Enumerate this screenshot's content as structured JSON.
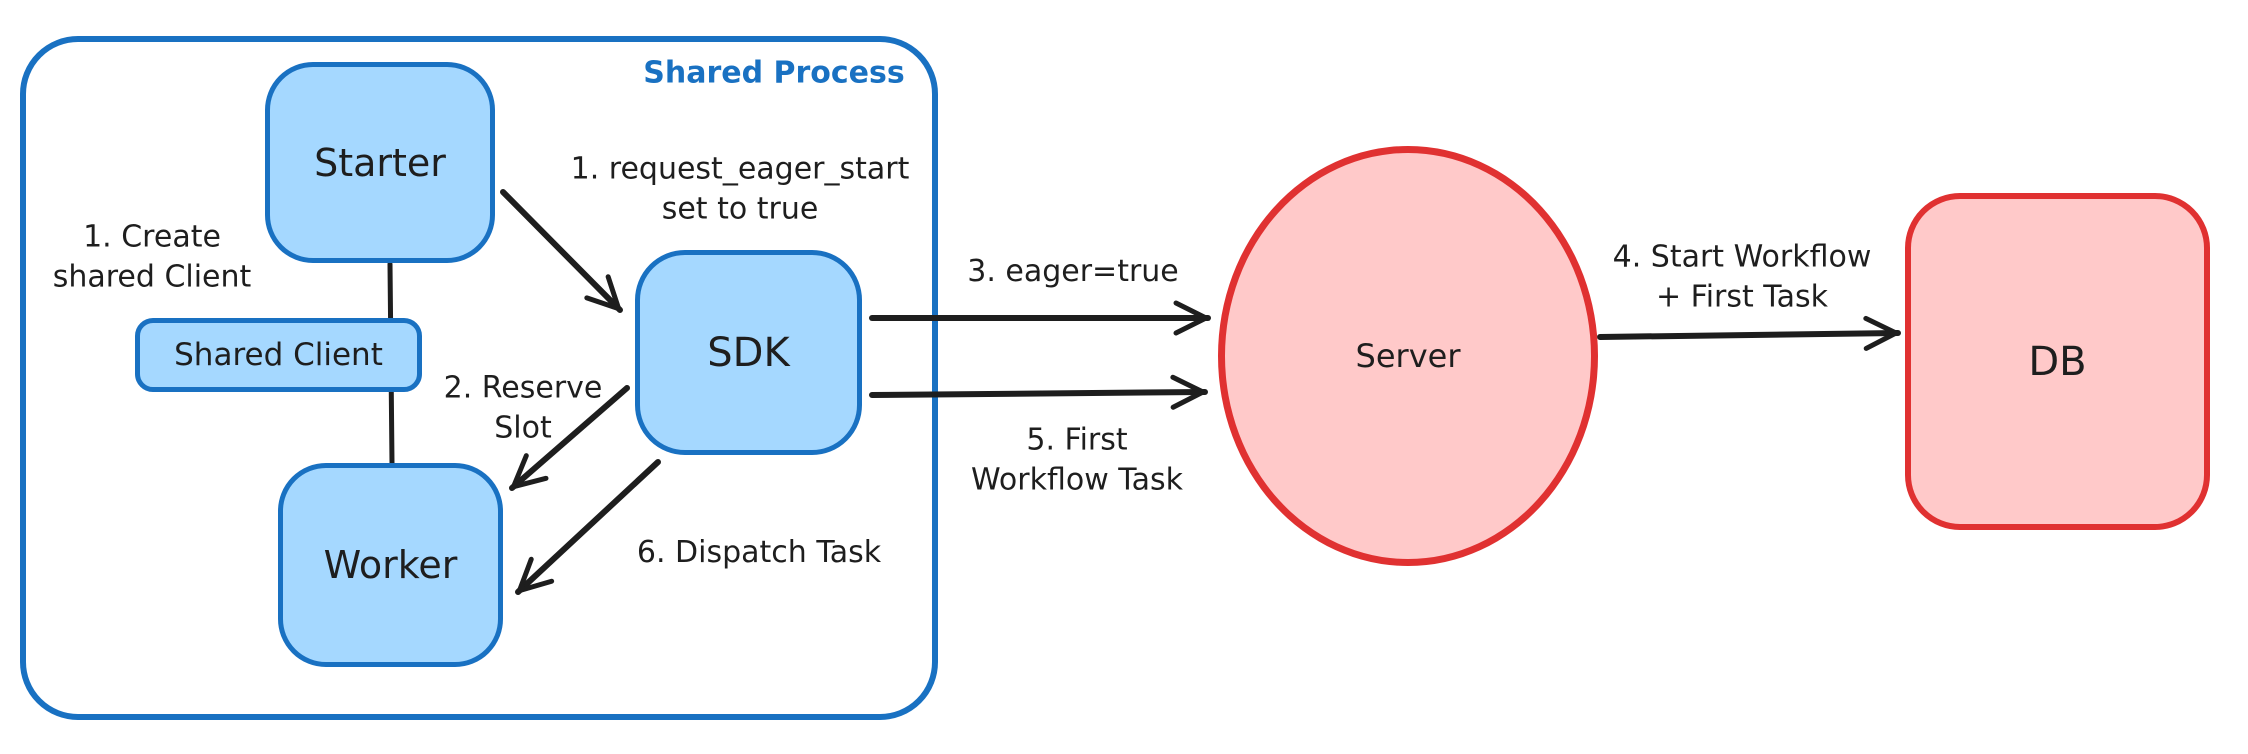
{
  "diagram": {
    "container_label": "Shared Process",
    "nodes": {
      "starter": "Starter",
      "shared_client": "Shared Client",
      "worker": "Worker",
      "sdk": "SDK",
      "server": "Server",
      "db": "DB"
    },
    "annotations": {
      "create_shared_client": [
        "1. Create",
        "shared Client"
      ],
      "request_eager_start": [
        "1. request_eager_start",
        "set to true"
      ],
      "reserve_slot": [
        "2. Reserve",
        "Slot"
      ],
      "dispatch_task": [
        "6. Dispatch Task"
      ],
      "eager_true": [
        "3. eager=true"
      ],
      "first_workflow_task": [
        "5. First",
        "Workflow Task"
      ],
      "start_workflow_first_task": [
        "4. Start Workflow",
        "+ First Task"
      ]
    },
    "colors": {
      "blue_stroke": "#1971c2",
      "blue_fill": "#a5d8ff",
      "red_stroke": "#e03131",
      "red_fill": "#ffc9c9",
      "arrow_stroke": "#1e1e1e",
      "text": "#1e1e1e",
      "background": "#ffffff"
    }
  }
}
